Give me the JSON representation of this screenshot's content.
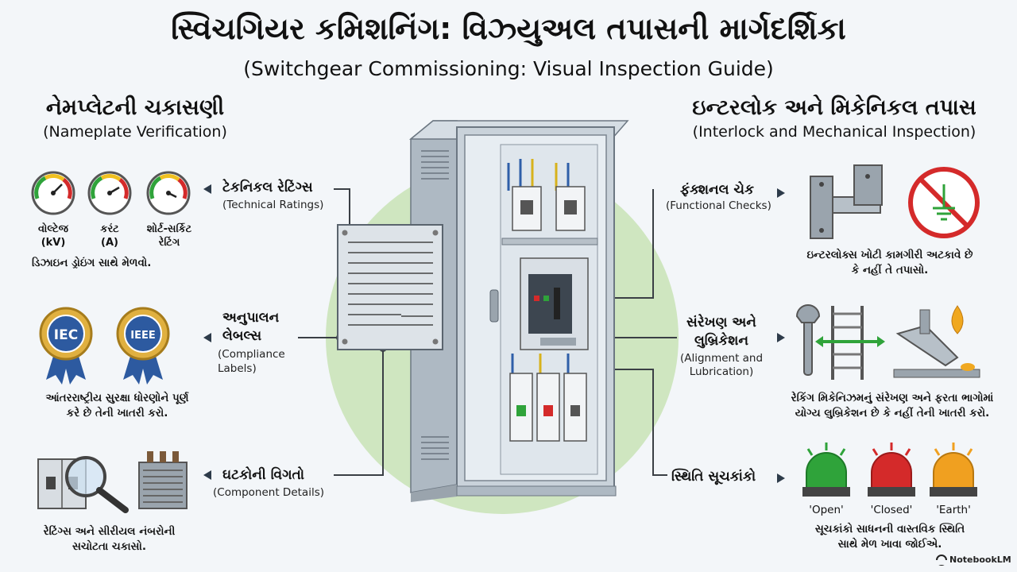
{
  "title": "સ્વિચગિયર કમિશનિંગ: વિઝ્યુઅલ તપાસની માર્ગદર્શિકા",
  "subtitle": "(Switchgear Commissioning: Visual Inspection Guide)",
  "left_section": {
    "title": "નેમપ્લેટની ચકાસણી",
    "subtitle": "(Nameplate Verification)",
    "technical_ratings": {
      "label_gu": "ટેકનિકલ રેટિંગ્સ",
      "label_en": "(Technical Ratings)",
      "gauges": [
        {
          "line1": "વોલ્ટેજ",
          "line2": "(kV)"
        },
        {
          "line1": "કરંટ",
          "line2": "(A)"
        },
        {
          "line1": "શોર્ટ-સર્કિટ",
          "line2": "રેટિંગ"
        }
      ],
      "description": "ડિઝાઇન ડ્રોઇંગ સાથે મેળવો."
    },
    "compliance": {
      "label_gu_1": "અનુપાલન",
      "label_gu_2": "લેબલ્સ",
      "label_en_1": "(Compliance",
      "label_en_2": "Labels)",
      "badge_iec": "IEC",
      "badge_ieee": "IEEE",
      "description_1": "આંતરરાષ્ટ્રીય સુરક્ષા ધોરણોને પૂર્ણ",
      "description_2": "કરે છે તેની ખાતરી કરો."
    },
    "components": {
      "label_gu": "ઘટકોની વિગતો",
      "label_en": "(Component Details)",
      "description_1": "રેટિંગ્સ અને સીરીયલ નંબરોની",
      "description_2": "સચોટતા ચકાસો."
    }
  },
  "right_section": {
    "title": "ઇન્ટરલોક અને મિકેનિકલ તપાસ",
    "subtitle": "(Interlock and Mechanical Inspection)",
    "functional": {
      "label_gu": "ફંક્શનલ ચેક",
      "label_en": "(Functional Checks)",
      "description_1": "ઇન્ટરલોક્સ ખોટી કામગીરી અટકાવે છે",
      "description_2": "કે નહીં તે તપાસો."
    },
    "alignment": {
      "label_gu_1": "સંરેખણ અને",
      "label_gu_2": "લુબ્રિકેશન",
      "label_en_1": "(Alignment and",
      "label_en_2": "Lubrication)",
      "description_1": "રેકિંગ મિકેનિઝમનું સંરેખણ અને ફરતા ભાગોમાં",
      "description_2": "યોગ્ય લુબ્રિકેશન છે કે નહીં તેની ખાતરી કરો."
    },
    "status": {
      "label_gu": "સ્થિતિ સૂચકાંકો",
      "indicators": [
        "'Open'",
        "'Closed'",
        "'Earth'"
      ],
      "description_1": "સૂચકાંકો સાધનની વાસ્તવિક સ્થિતિ",
      "description_2": "સાથે મેળ ખાવા જોઈએ."
    }
  },
  "watermark": "NotebookLM",
  "colors": {
    "background": "#f3f6f9",
    "circle": "#cfe6c0",
    "cabinet": "#c9d2da",
    "connector": "#3a3f45",
    "green_lamp": "#2fa33a",
    "red_lamp": "#d42a2a",
    "amber_lamp": "#f0a020"
  }
}
